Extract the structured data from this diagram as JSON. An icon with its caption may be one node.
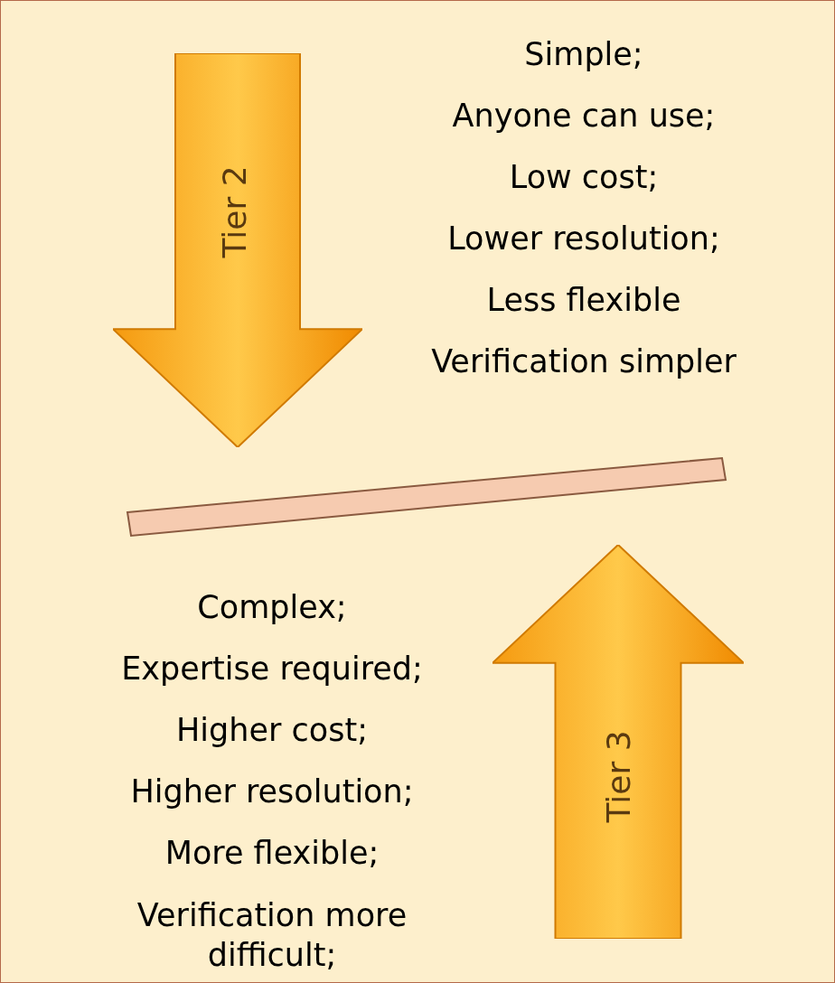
{
  "diagram": {
    "nodes": [
      {
        "text": [
          "Tier 2"
        ]
      },
      {
        "text": [
          "Tier 3"
        ]
      }
    ],
    "labels": [
      "Simple;",
      "Anyone can use;",
      "Low cost;",
      "Lower resolution;",
      "Less flexible",
      "Verification simpler",
      "Complex;",
      "Expertise required;",
      "Higher cost;",
      "Higher resolution;",
      "More flexible;",
      "Verification more difficult;"
    ]
  }
}
